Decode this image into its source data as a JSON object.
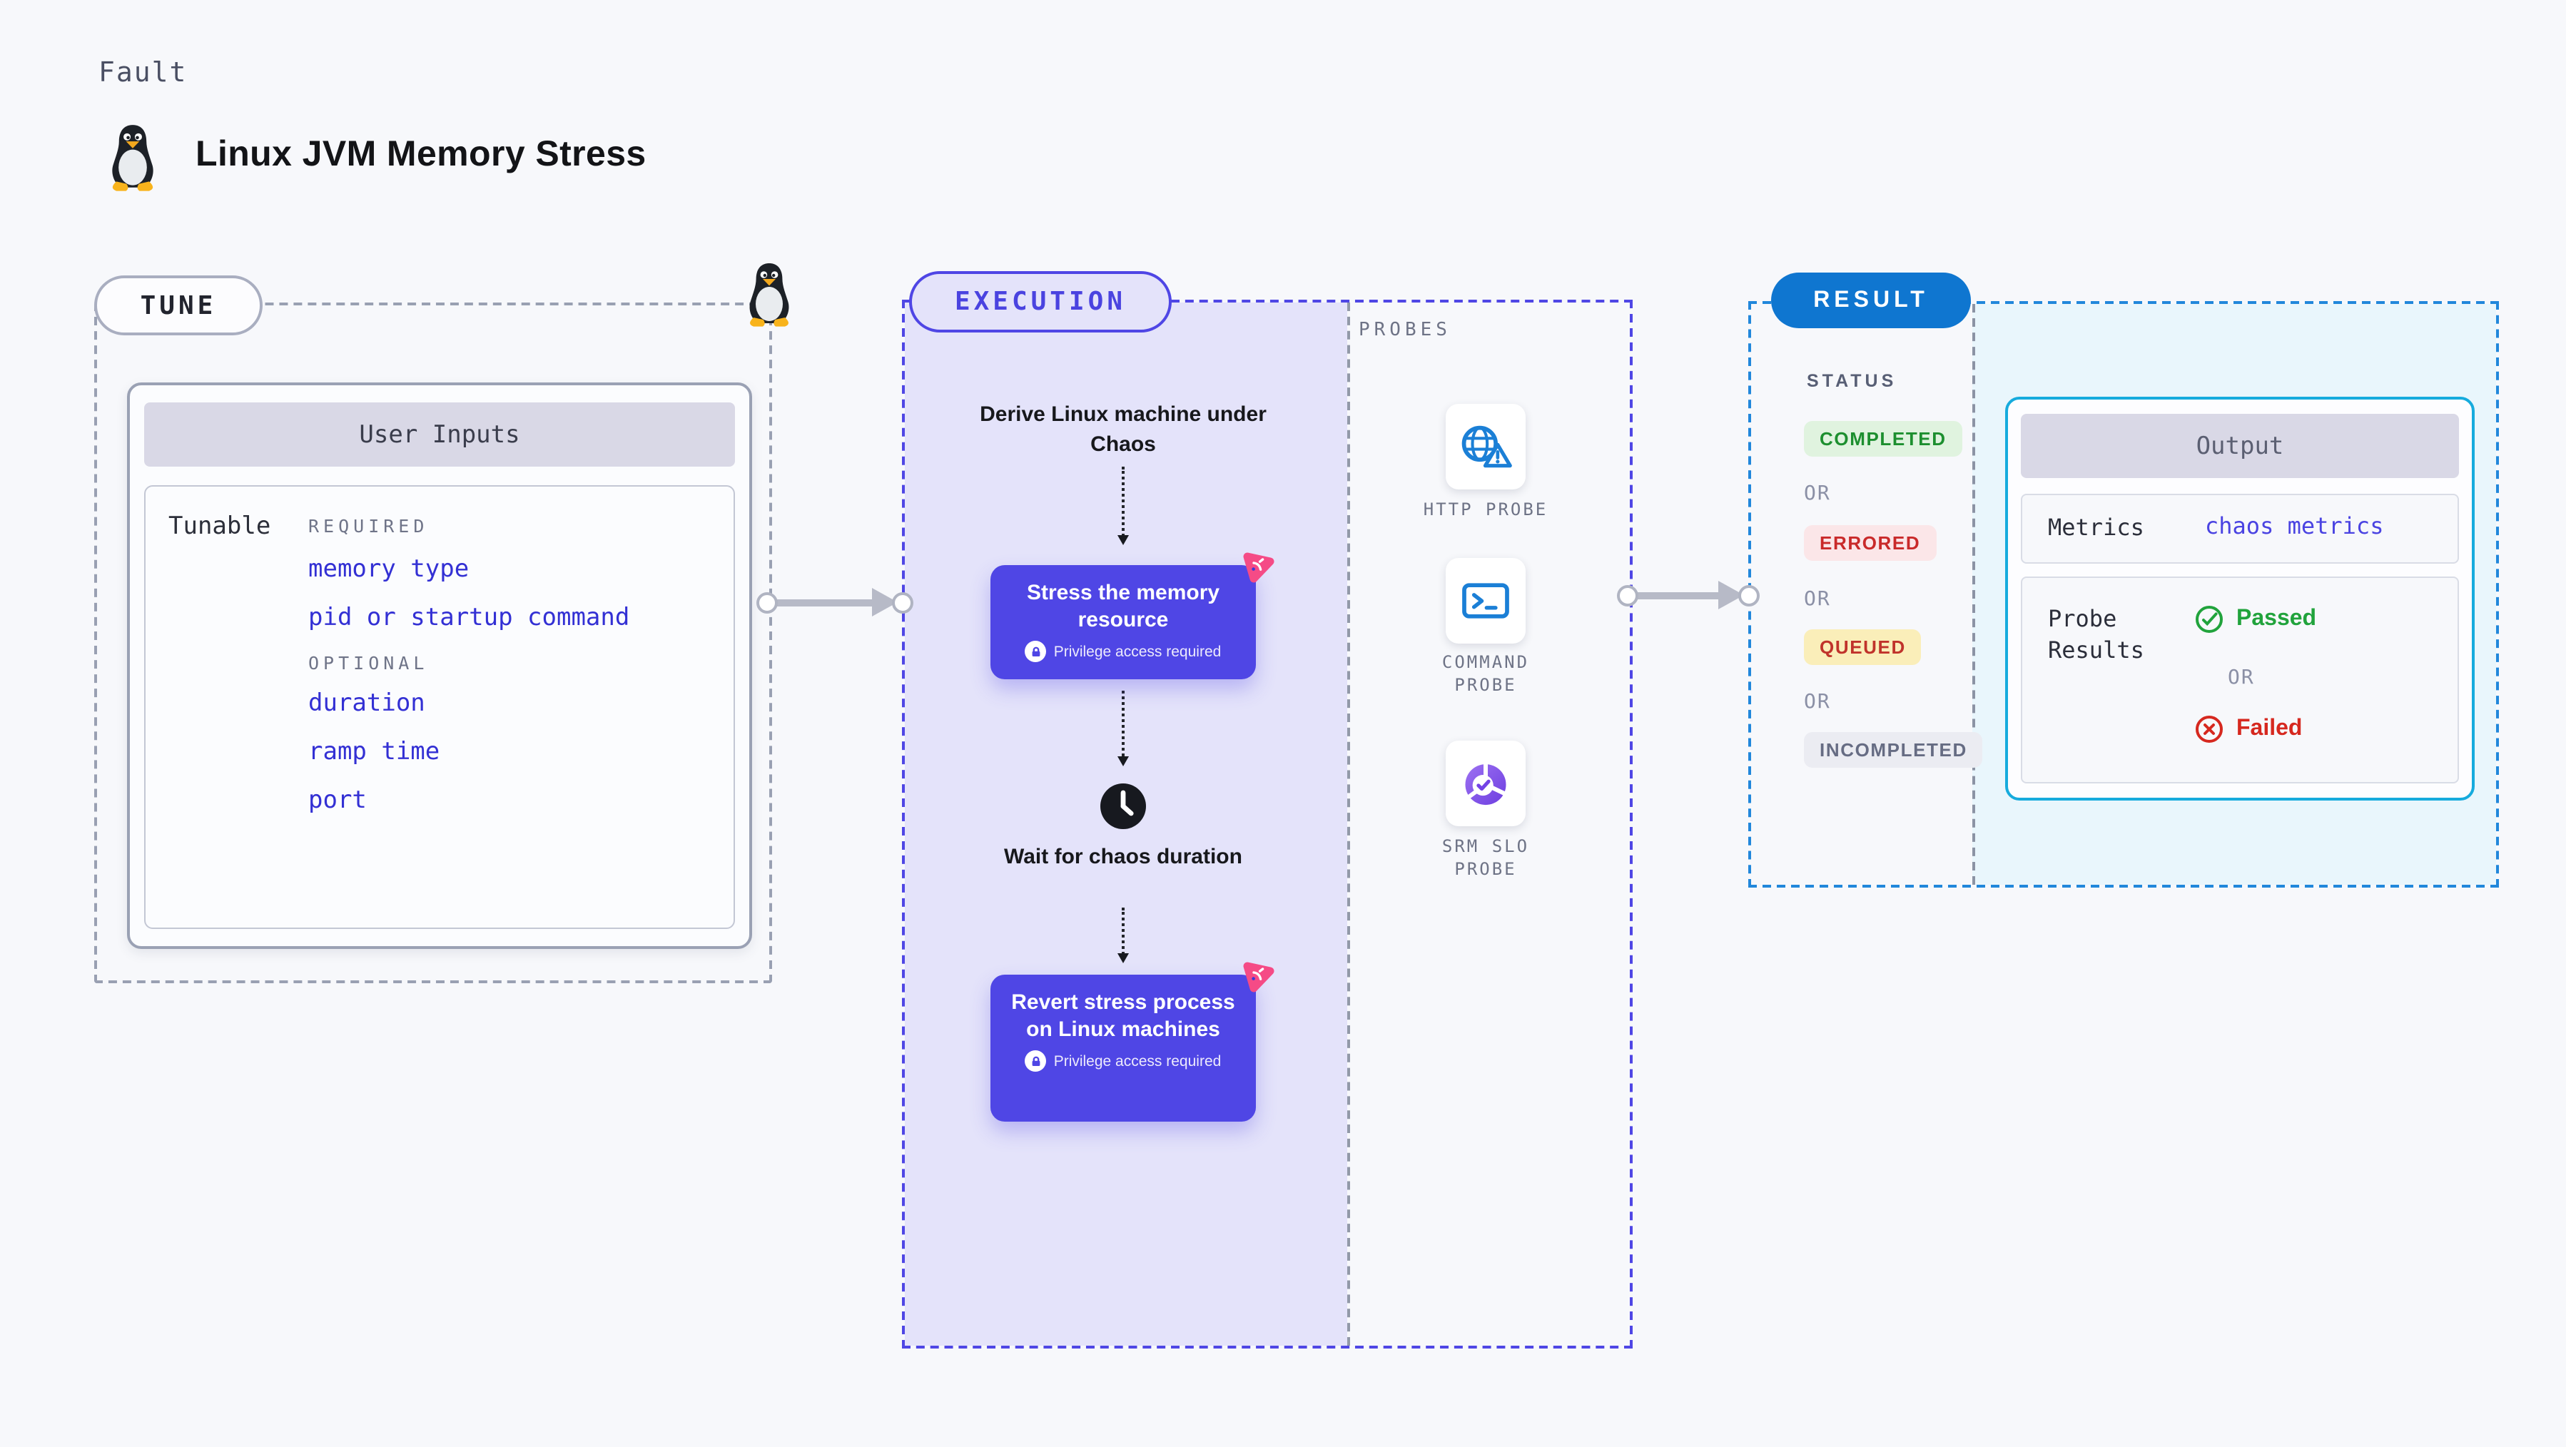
{
  "page": {
    "background": "#f7f8fb",
    "kicker": "Fault",
    "title": "Linux JVM Memory Stress"
  },
  "tune": {
    "label": "TUNE",
    "card_title": "User Inputs",
    "row_label": "Tunable",
    "required_label": "REQUIRED",
    "required_items": [
      "memory type",
      "pid or startup command"
    ],
    "optional_label": "OPTIONAL",
    "optional_items": [
      "duration",
      "ramp time",
      "port"
    ],
    "link_color": "#3330d4"
  },
  "execution": {
    "label": "EXECUTION",
    "accent": "#4f46e5",
    "panel_color": "#e4e3fa",
    "derive_text": "Derive Linux machine under Chaos",
    "stress_title": "Stress the memory resource",
    "wait_text": "Wait for chaos duration",
    "revert_title": "Revert stress process on Linux machines",
    "privilege_note": "Privilege access required"
  },
  "probes": {
    "label": "PROBES",
    "items": [
      {
        "name": "HTTP PROBE",
        "icon": "globe-alert-icon"
      },
      {
        "name": "COMMAND PROBE",
        "icon": "terminal-icon"
      },
      {
        "name": "SRM SLO PROBE",
        "icon": "slo-pie-icon"
      }
    ],
    "icon_color": "#1b7fd6"
  },
  "result": {
    "label": "RESULT",
    "accent": "#0f76d0",
    "border_color": "#2187db",
    "panel_color": "#e9f6fc",
    "status_label": "STATUS",
    "or_label": "OR",
    "statuses": [
      {
        "text": "COMPLETED",
        "fg": "#1d8f2f",
        "bg": "#e0f3df"
      },
      {
        "text": "ERRORED",
        "fg": "#c92a2a",
        "bg": "#fbe6e8"
      },
      {
        "text": "QUEUED",
        "fg": "#c0332b",
        "bg": "#faeeb9"
      },
      {
        "text": "INCOMPLETED",
        "fg": "#666c83",
        "bg": "#ebecf2"
      }
    ],
    "output": {
      "title": "Output",
      "border_color": "#16abdd",
      "metrics_label": "Metrics",
      "metrics_value": "chaos metrics",
      "metrics_value_color": "#4a43e2",
      "probe_results_label": "Probe Results",
      "or_label": "OR",
      "passed_label": "Passed",
      "passed_color": "#21a33c",
      "failed_label": "Failed",
      "failed_color": "#d6281f"
    }
  },
  "icons": {
    "penguin": "tux-penguin-icon",
    "lock": "lock-icon",
    "clock": "clock-icon",
    "chaos_badge": "chaos-logo-badge",
    "globe_alert": "globe-alert-icon",
    "terminal": "terminal-icon",
    "slo_pie": "slo-pie-icon",
    "check_circle": "check-circle-icon",
    "x_circle": "x-circle-icon",
    "flow_arrow": "flow-arrow-icon"
  }
}
